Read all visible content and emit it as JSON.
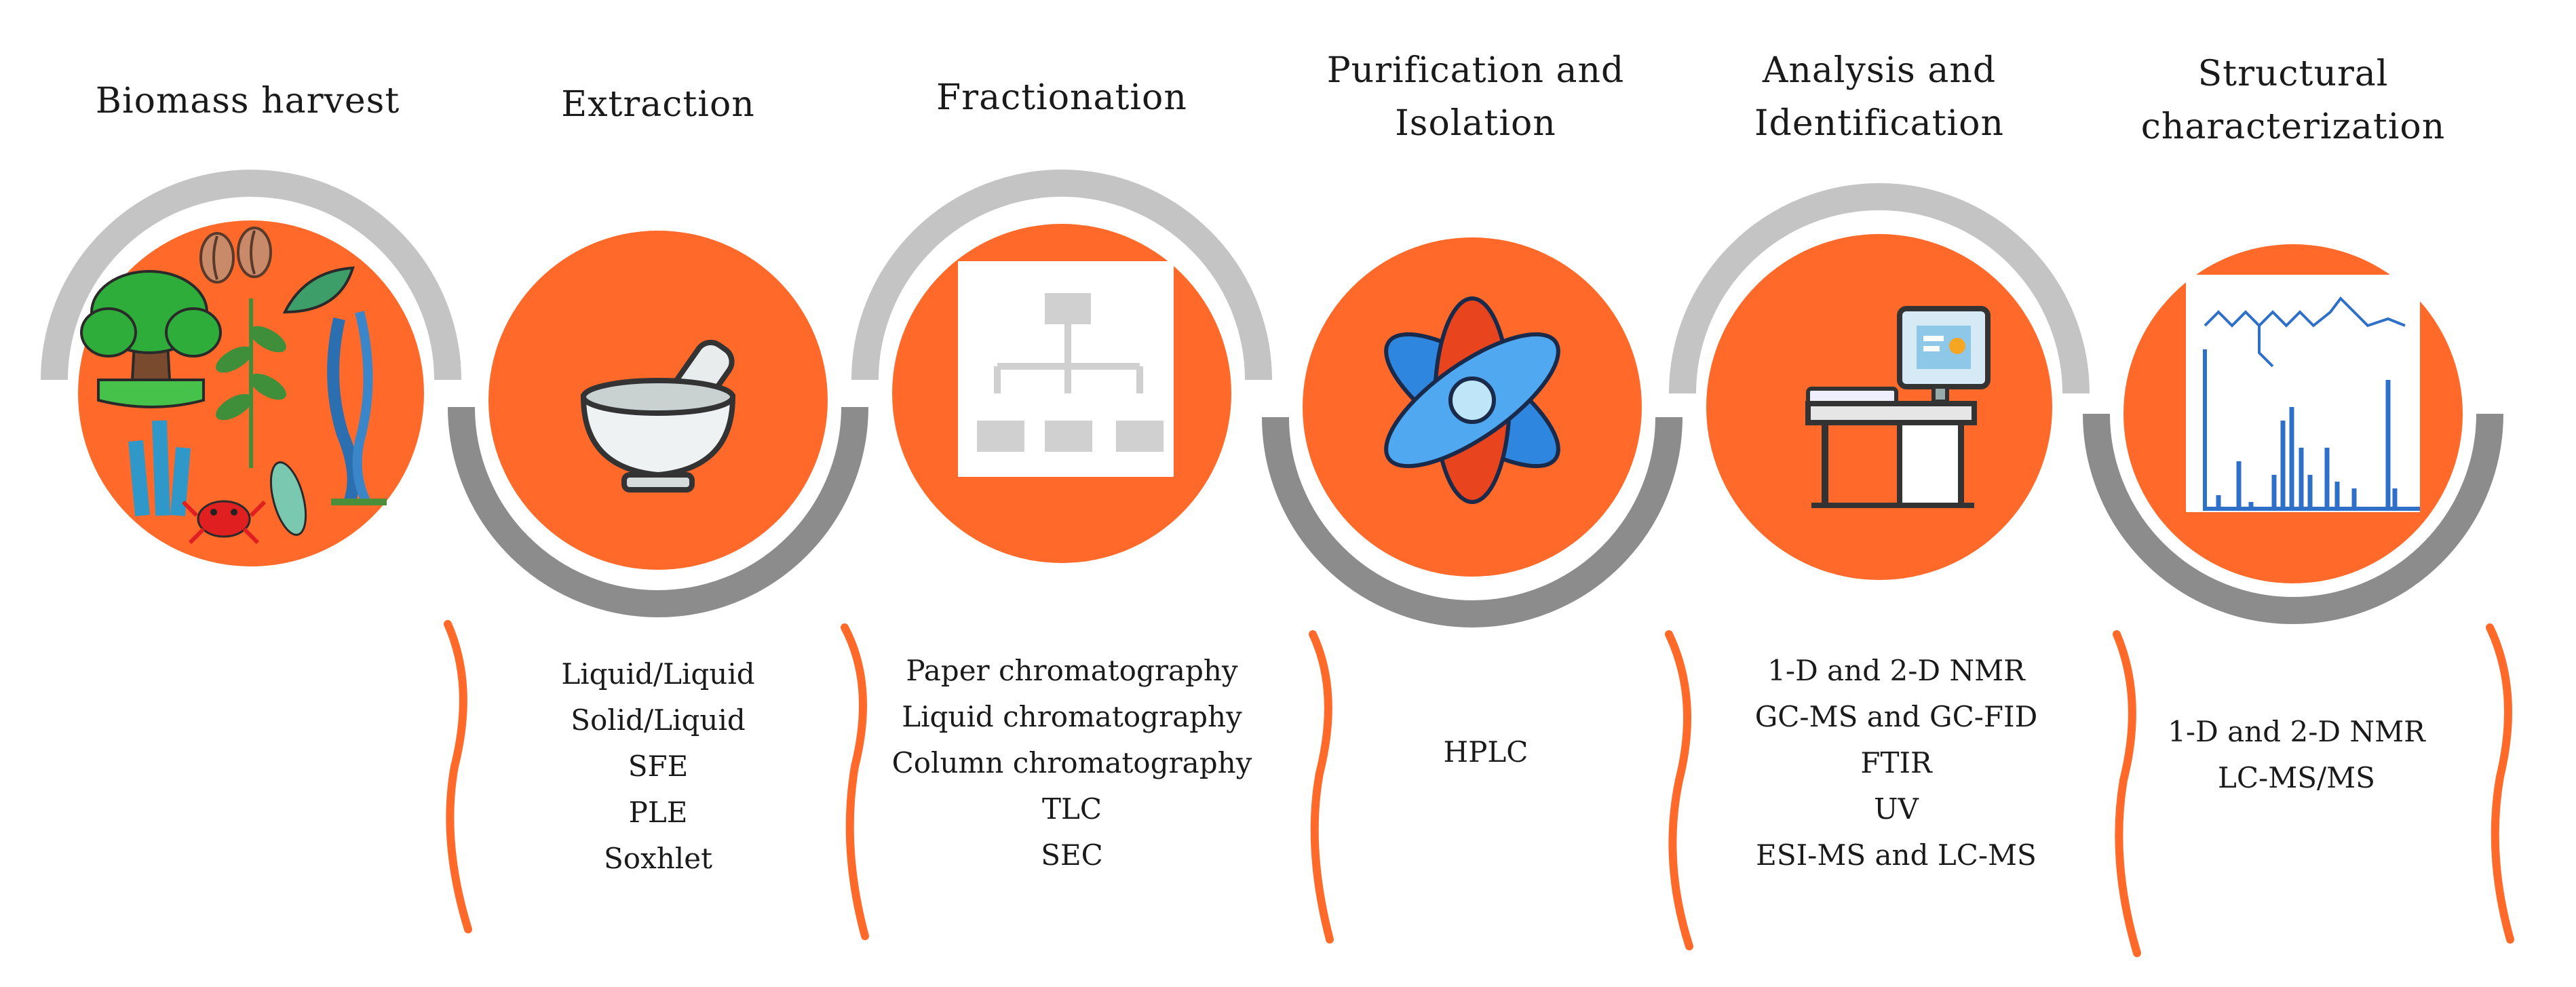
{
  "stages": [
    {
      "title_lines": [
        "Biomass harvest"
      ],
      "methods": []
    },
    {
      "title_lines": [
        "Extraction"
      ],
      "methods": [
        "Liquid/Liquid",
        "Solid/Liquid",
        "SFE",
        "PLE",
        "Soxhlet"
      ]
    },
    {
      "title_lines": [
        "Fractionation"
      ],
      "methods": [
        "Paper chromatography",
        "Liquid chromatography",
        "Column chromatography",
        "TLC",
        "SEC"
      ]
    },
    {
      "title_lines": [
        "Purification and",
        "Isolation"
      ],
      "methods": [
        "HPLC"
      ]
    },
    {
      "title_lines": [
        "Analysis and",
        "Identification"
      ],
      "methods": [
        "1-D and 2-D NMR",
        "GC-MS and GC-FID",
        "FTIR",
        "UV",
        "ESI-MS and LC-MS"
      ]
    },
    {
      "title_lines": [
        "Structural",
        "characterization"
      ],
      "methods": [
        "1-D and 2-D NMR",
        "LC-MS/MS"
      ]
    }
  ],
  "icons": [
    "biomass-collage-icon",
    "mortar-pestle-icon",
    "hierarchy-chart-icon",
    "atom-icon",
    "computer-desk-icon",
    "mass-spectrum-icon"
  ],
  "colors": {
    "circle": "#FF6A2A",
    "arc_light": "#C4C4C4",
    "arc_dark": "#8C8C8C",
    "divider": "#FF6A2A",
    "text": "#1A1A1A"
  }
}
